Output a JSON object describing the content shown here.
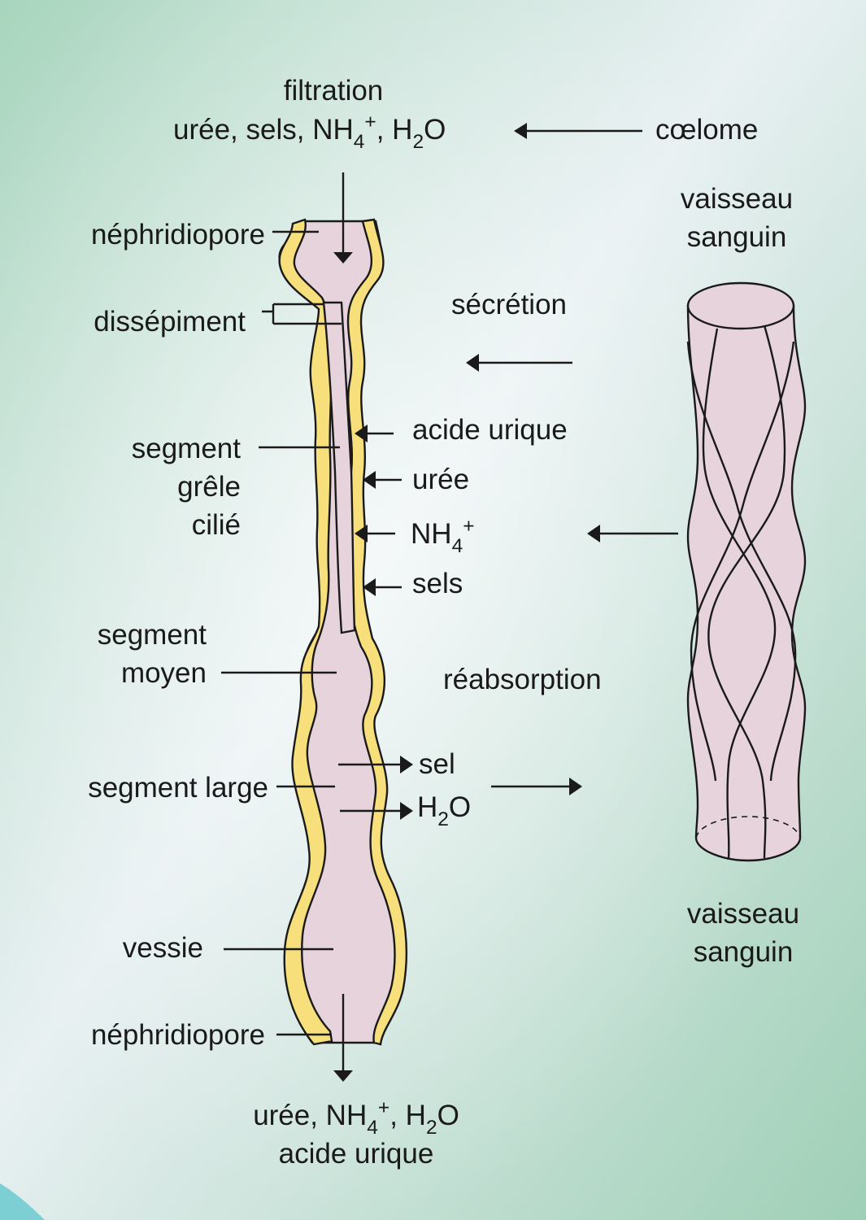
{
  "colors": {
    "background_left": "#a8d5bd",
    "background_center": "#e8f0f2",
    "background_right": "#9fcfb6",
    "tube_lumen": "#e7d3dc",
    "tube_wall": "#f7df7c",
    "outline": "#1a1a1a"
  },
  "top": {
    "filtration": "filtration",
    "sub_list": {
      "uree_sels": "urée, sels, NH",
      "nh_sub": "4",
      "nh_sup": "+",
      "comma_h": ", H",
      "h_sub": "2",
      "o": "O"
    },
    "coelome": "cœlome"
  },
  "left_labels": {
    "nephridiopore_top": "néphridiopore",
    "dissepiment": "dissépiment",
    "segment_grele_cilie": [
      "segment",
      "grêle",
      "cilié"
    ],
    "segment_moyen": [
      "segment",
      "moyen"
    ],
    "segment_large": "segment large",
    "vessie": "vessie",
    "nephridiopore_bottom": "néphridiopore"
  },
  "secretion": {
    "title": "sécrétion",
    "items": {
      "acide_urique": "acide urique",
      "uree": "urée",
      "nh_main": "NH",
      "nh_sub": "4",
      "nh_sup": "+",
      "sels": "sels"
    }
  },
  "reabsorption": {
    "title": "réabsorption",
    "sel": "sel",
    "h": "H",
    "h_sub": "2",
    "o": "O"
  },
  "vessel": {
    "top_label": [
      "vaisseau",
      "sanguin"
    ],
    "bottom_label": [
      "vaisseau",
      "sanguin"
    ]
  },
  "output": {
    "line1": {
      "uree_nh": "urée, NH",
      "nh_sub": "4",
      "nh_sup": "+",
      "comma_h": ", H",
      "h_sub": "2",
      "o": "O"
    },
    "line2": "acide urique"
  }
}
